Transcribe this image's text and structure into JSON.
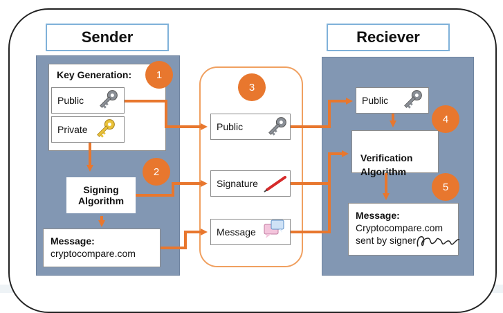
{
  "sender": {
    "title": "Sender",
    "key_generation_label": "Key Generation:",
    "public_label": "Public",
    "private_label": "Private",
    "signing_label": "Signing\nAlgorithm",
    "message_label": "Message:",
    "message_text": "cryptocompare.com"
  },
  "middle": {
    "public_label": "Public",
    "signature_label": "Signature",
    "message_label": "Message"
  },
  "receiver": {
    "title": "Reciever",
    "public_label": "Public",
    "verification_label": "Verification\nAlgorithm",
    "message_label": "Message:",
    "message_text": "Cryptocompare.com",
    "sent_by": "sent by signer"
  },
  "badges": [
    "1",
    "2",
    "3",
    "4",
    "5"
  ],
  "colors": {
    "panel": "#8297b3",
    "arrow": "#e8772e",
    "badge": "#e8772e",
    "header_border": "#7fb1d9"
  },
  "icons": [
    "key-gray-icon",
    "key-gold-icon",
    "pen-icon",
    "chat-bubbles-icon",
    "signature-scribble"
  ]
}
